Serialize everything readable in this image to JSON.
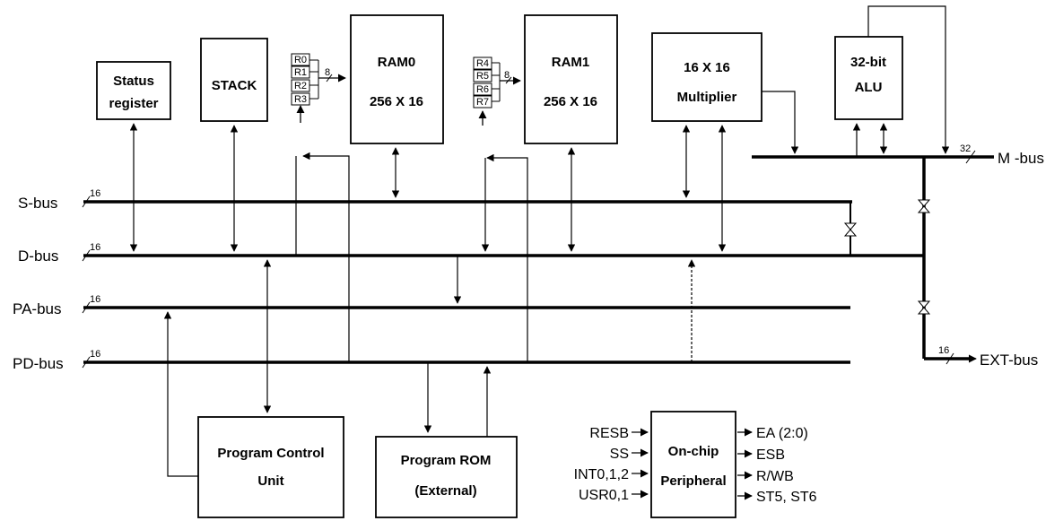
{
  "blocks": {
    "status_line1": "Status",
    "status_line2": "register",
    "stack": "STACK",
    "ram0_name": "RAM0",
    "ram0_size": "256  X  16",
    "ram1_name": "RAM1",
    "ram1_size": "256  X  16",
    "mult_size": "16  X  16",
    "mult_name": "Multiplier",
    "alu_line1": "32-bit",
    "alu_line2": "ALU",
    "pcu_line1": "Program Control",
    "pcu_line2": "Unit",
    "rom_line1": "Program ROM",
    "rom_line2": "(External)",
    "periph_line1": "On-chip",
    "periph_line2": "Peripheral"
  },
  "registers": {
    "bank0": [
      "R0",
      "R1",
      "R2",
      "R3"
    ],
    "bank1": [
      "R4",
      "R5",
      "R6",
      "R7"
    ],
    "bank_width": "8"
  },
  "buses": {
    "s_bus": "S-bus",
    "d_bus": "D-bus",
    "pa_bus": "PA-bus",
    "pd_bus": "PD-bus",
    "m_bus": "M -bus",
    "ext_bus": "EXT-bus",
    "width_16": "16",
    "width_32": "32"
  },
  "peripheral_inputs": [
    "RESB",
    "SS",
    "INT0,1,2",
    "USR0,1"
  ],
  "peripheral_outputs": [
    "EA (2:0)",
    "ESB",
    "R/WB",
    "ST5,  ST6"
  ]
}
